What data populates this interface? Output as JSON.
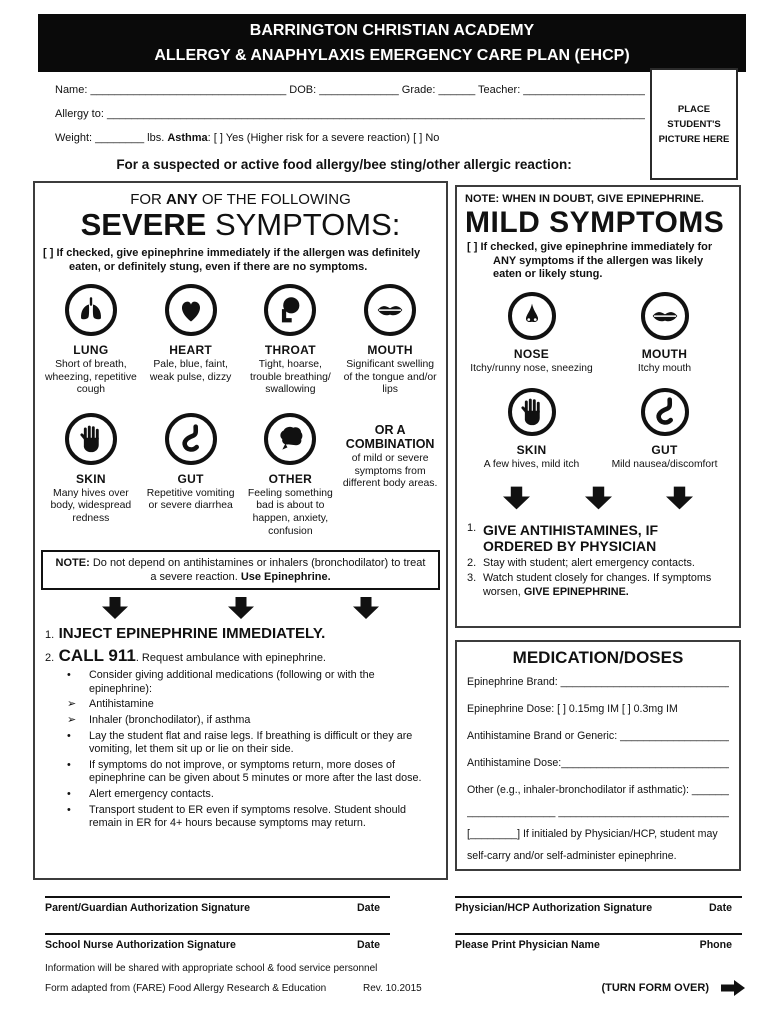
{
  "colors": {
    "header_bg": "#0a0a0a",
    "text": "#111111",
    "box_border": "#3c3c3c"
  },
  "header": {
    "line1": "BARRINGTON CHRISTIAN ACADEMY",
    "line2": "ALLERGY & ANAPHYLAXIS EMERGENCY CARE PLAN (EHCP)"
  },
  "picture_box": "PLACE STUDENT'S PICTURE HERE",
  "student_info": {
    "name_line": "Name: ________________________________ DOB: _____________ Grade: ______ Teacher: _________________________",
    "allergy_line": "Allergy to: _________________________________________________________________________________________________",
    "weight_pre": "Weight: ________ lbs.    ",
    "asthma_bold": "Asthma",
    "asthma_post": ":   [  ]   Yes (Higher risk for a severe reaction)     [  ]   No"
  },
  "intro_line": "For a suspected or active food allergy/bee sting/other allergic reaction:",
  "severe": {
    "heading_pre": "FOR ",
    "heading_bold": "ANY",
    "heading_post": " OF THE FOLLOWING",
    "title_bold": "SEVERE",
    "title_rest": " SYMPTOMS:",
    "checkbox_box": "[  ]",
    "checkbox_text": "  If checked, give epinephrine immediately if the allergen was definitely eaten, or definitely stung, even if there are no symptoms.",
    "symptoms": [
      {
        "name": "LUNG",
        "icon": "lungs-icon",
        "desc": "Short of breath, wheezing, repetitive cough"
      },
      {
        "name": "HEART",
        "icon": "heart-icon",
        "desc": "Pale, blue, faint, weak pulse, dizzy"
      },
      {
        "name": "THROAT",
        "icon": "throat-icon",
        "desc": "Tight, hoarse, trouble breathing/ swallowing"
      },
      {
        "name": "MOUTH",
        "icon": "lips-icon",
        "desc": "Significant swelling of the tongue and/or lips"
      },
      {
        "name": "SKIN",
        "icon": "hand-icon",
        "desc": "Many hives over body, widespread redness"
      },
      {
        "name": "GUT",
        "icon": "stomach-icon",
        "desc": "Repetitive vomiting or severe diarrhea"
      },
      {
        "name": "OTHER",
        "icon": "brain-icon",
        "desc": "Feeling something bad is about to happen, anxiety, confusion"
      }
    ],
    "combination": {
      "title": "OR A COMBINATION",
      "desc": "of mild or severe symptoms from different body areas."
    },
    "note_bold1": "NOTE:",
    "note_text": " Do not depend on antihistamines or inhalers (bronchodilator) to treat a severe reaction. ",
    "note_bold2": "Use Epinephrine.",
    "step1_num": "1.",
    "step1": "INJECT EPINEPHRINE IMMEDIATELY.",
    "step2_num": "2.",
    "step2_bold": "CALL 911",
    "step2_rest": ".  Request ambulance with epinephrine.",
    "bullets": [
      {
        "marker": "•",
        "text": "Consider giving additional medications (following or with the epinephrine):"
      },
      {
        "marker": "➢",
        "text": "Antihistamine"
      },
      {
        "marker": "➢",
        "text": "Inhaler (bronchodilator), if asthma"
      },
      {
        "marker": "•",
        "text": "Lay the student flat and raise legs. If breathing is difficult or they are vomiting, let them sit up or lie on their side."
      },
      {
        "marker": "•",
        "text": "If symptoms do not improve, or symptoms return, more doses of epinephrine can be given about 5 minutes or more after the last dose."
      },
      {
        "marker": "•",
        "text": "Alert emergency contacts."
      },
      {
        "marker": "•",
        "text": "Transport student to ER even if symptoms resolve. Student should remain in ER for 4+ hours because symptoms may return."
      }
    ]
  },
  "mild": {
    "note_line": "NOTE: WHEN IN DOUBT, GIVE EPINEPHRINE.",
    "title": "MILD SYMPTOMS",
    "checkbox_box": "[  ]",
    "checkbox_text": "  If checked, give epinephrine immediately for ANY symptoms if the allergen was likely eaten or likely stung.",
    "symptoms": [
      {
        "name": "NOSE",
        "icon": "nose-icon",
        "desc": "Itchy/runny nose, sneezing"
      },
      {
        "name": "MOUTH",
        "icon": "lips-icon",
        "desc": "Itchy mouth"
      },
      {
        "name": "SKIN",
        "icon": "hand-icon",
        "desc": "A few hives, mild itch"
      },
      {
        "name": "GUT",
        "icon": "stomach-icon",
        "desc": "Mild nausea/discomfort"
      }
    ],
    "step1_num": "1.",
    "step1": "GIVE ANTIHISTAMINES, IF ORDERED BY PHYSICIAN",
    "step2_num": "2.",
    "step2": "Stay with student; alert emergency contacts.",
    "step3_num": "3.",
    "step3_pre": "Watch student closely for changes. If symptoms worsen, ",
    "step3_bold": "GIVE EPINEPHRINE."
  },
  "medication": {
    "title": "MEDICATION/DOSES",
    "line1": "Epinephrine Brand: ______________________________ ____",
    "line2": "Epinephrine Dose: [  ] 0.15mg IM         [  ]  0.3mg IM",
    "line3": "Antihistamine Brand or Generic: ____________________",
    "line4": "Antihistamine Dose:________________________________",
    "line5": "Other (e.g., inhaler-bronchodilator if asthmatic): ________",
    "line6": "_______________ _________________________________ __",
    "line7": "[________]   If initialed by Physician/HCP, student may",
    "line8": "self-carry and/or self-administer epinephrine."
  },
  "signatures": {
    "parent_label": "Parent/Guardian Authorization Signature",
    "parent_right": "Date",
    "nurse_label": "School Nurse Authorization Signature",
    "nurse_right": "Date",
    "physician_label": "Physician/HCP Authorization Signature",
    "physician_right": "Date",
    "print_label": "Please Print Physician Name",
    "print_right": "Phone"
  },
  "footer": {
    "line1": "Information will be shared with appropriate school & food service personnel",
    "source": "Form adapted from (FARE) Food Allergy Research & Education",
    "rev": "Rev. 10.2015",
    "turn_over": "(TURN FORM OVER)"
  }
}
